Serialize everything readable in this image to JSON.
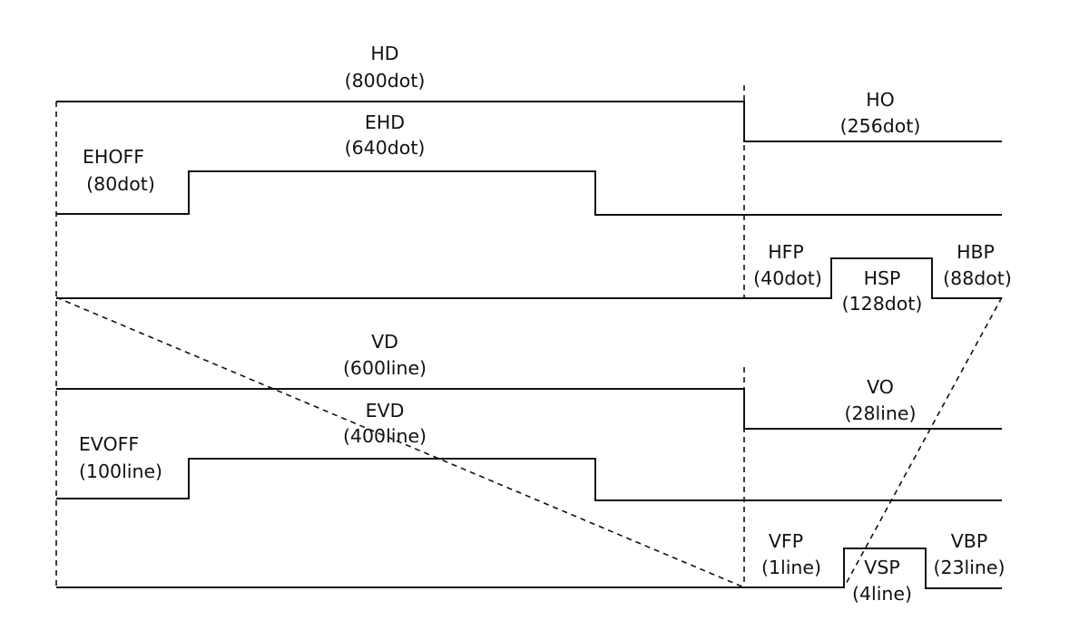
{
  "labels": {
    "hd": "HD",
    "hd_val": "(800dot)",
    "ho": "HO",
    "ho_val": "(256dot)",
    "ehd": "EHD",
    "ehd_val": "(640dot)",
    "ehoff": "EHOFF",
    "ehoff_val": "(80dot)",
    "hfp": "HFP",
    "hfp_val": "(40dot)",
    "hsp": "HSP",
    "hsp_val": "(128dot)",
    "hbp": "HBP",
    "hbp_val": "(88dot)",
    "vd": "VD",
    "vd_val": "(600line)",
    "vo": "VO",
    "vo_val": "(28line)",
    "evd": "EVD",
    "evd_val": "(400line)",
    "evoff": "EVOFF",
    "evoff_val": "(100line)",
    "vfp": "VFP",
    "vfp_val": "(1line)",
    "vsp": "VSP",
    "vsp_val": "(4line)",
    "vbp": "VBP",
    "vbp_val": "(23line)"
  }
}
